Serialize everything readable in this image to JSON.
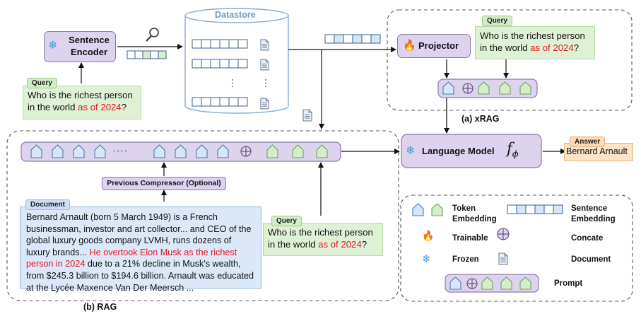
{
  "colors": {
    "purple_fill": "#ddd3ee",
    "purple_stroke": "#8a7aa8",
    "blue_token": "#d6e6f9",
    "green_token": "#d5ecc9",
    "red_text": "#e8141d"
  },
  "icons": {
    "frozen": "snowflake-icon",
    "trainable": "fire-icon",
    "search": "magnifier-icon",
    "document": "document-icon",
    "concat": "circled-plus-icon"
  },
  "xrag": {
    "sentence_encoder": "Sentence Encoder",
    "datastore": "Datastore",
    "projector": "Projector",
    "query_tag": "Query",
    "query_text_a": "Who is the richest person in the world ",
    "query_text_red": "as of 2024",
    "query_text_end": "?",
    "caption": "(a) xRAG"
  },
  "left_query": {
    "tag": "Query",
    "text_a": "Who is the richest person in the world ",
    "text_red": "as of 2024",
    "text_end": "?"
  },
  "lm": {
    "label": "Language Model",
    "symbol": "f",
    "subscript": "ϕ"
  },
  "answer": {
    "tag": "Answer",
    "text": "Bernard Arnault"
  },
  "rag": {
    "compressor": "Previous Compressor (Optional)",
    "dots": "····",
    "doc_tag": "Document",
    "doc_text_a": "Bernard Arnault (born 5 March 1949) is a French businessman, investor and art collector... and CEO of the global luxury goods company LVMH, runs dozens of luxury brands... ",
    "doc_text_red": "He overtook Elon Musk as the richest person in 2024",
    "doc_text_b": " due to a 21% decline in Musk's wealth, from $245.3 billion to $194.6 billion. Arnault was educated at the Lycée Maxence Van Der Meersch ...",
    "query_tag": "Query",
    "query_text_a": "Who is the richest person in the world ",
    "query_text_red": "as of 2024",
    "query_text_end": "?",
    "caption": "(b) RAG"
  },
  "legend": {
    "token": "Token Embedding",
    "sentence": "Sentence Embedding",
    "trainable": "Trainable",
    "concate": "Concate",
    "frozen": "Frozen",
    "document": "Document",
    "prompt": "Prompt"
  }
}
